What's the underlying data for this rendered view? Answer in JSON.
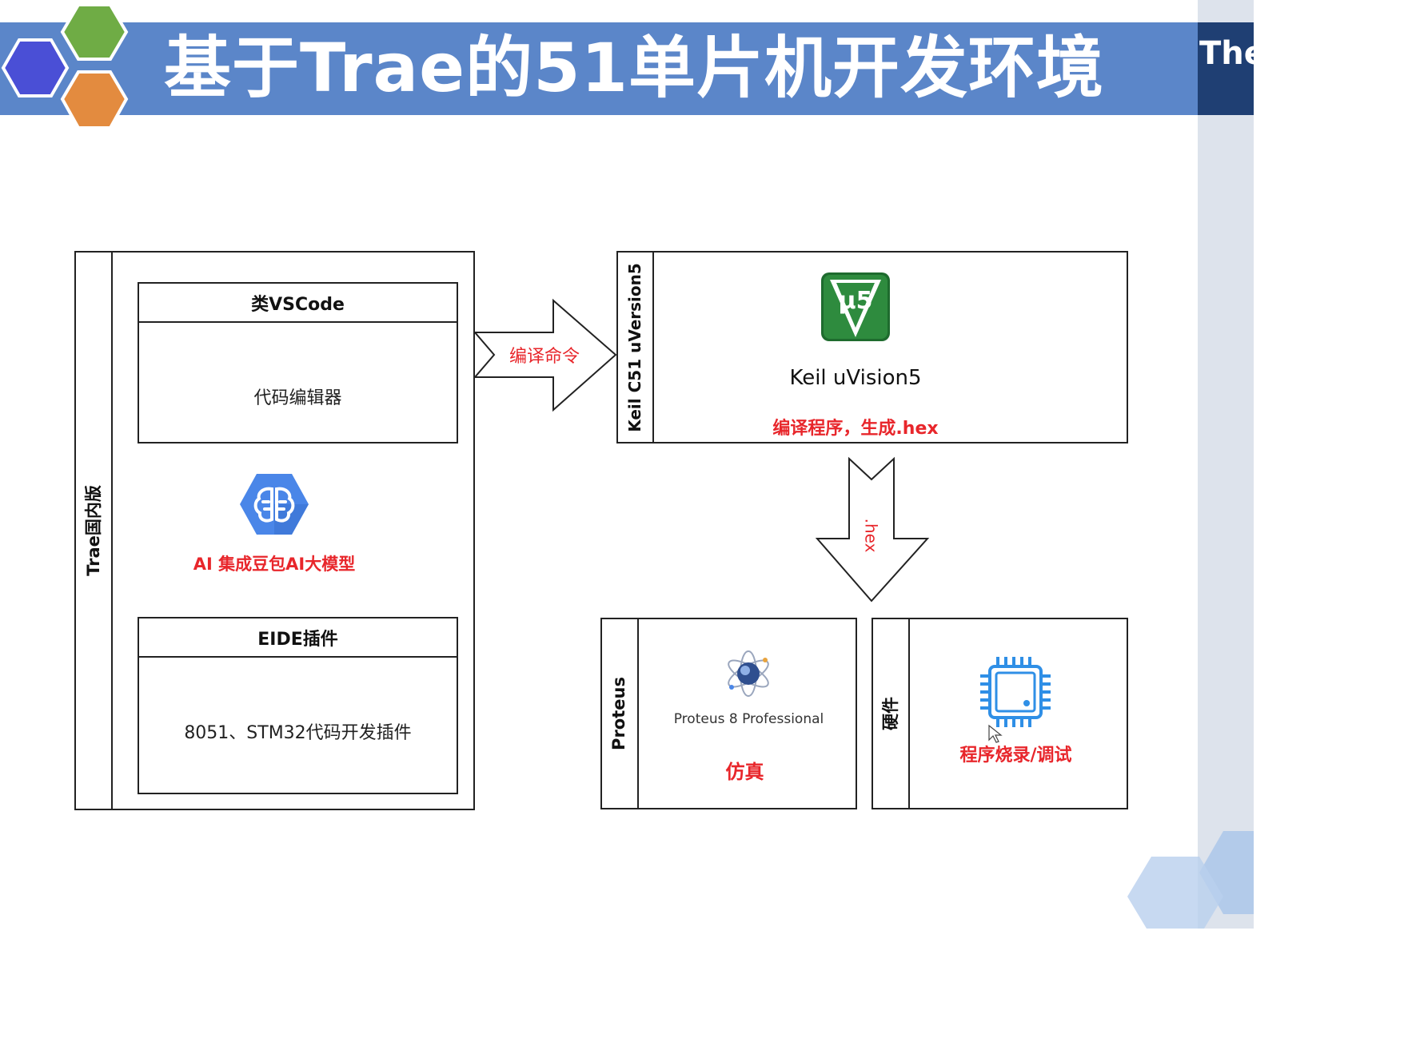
{
  "title": "基于Trae的51单片机开发环境",
  "corner_text": "The",
  "trae_panel": {
    "side_label": "Trae国内版",
    "vscode": {
      "header": "类VSCode",
      "body": "代码编辑器"
    },
    "ai": {
      "caption": "AI 集成豆包AI大模型",
      "icon": "brain-hexagon-icon"
    },
    "eide": {
      "header": "EIDE插件",
      "body": "8051、STM32代码开发插件"
    }
  },
  "arrow_compile": {
    "label": "编译命令"
  },
  "keil_panel": {
    "side_label": "Keil C51 uVersion5",
    "logo_text": "µ5",
    "app_name": "Keil uVision5",
    "caption": "编译程序，生成.hex"
  },
  "arrow_hex": {
    "label": ".hex"
  },
  "proteus_panel": {
    "side_label": "Proteus",
    "app_name": "Proteus 8 Professional",
    "caption": "仿真"
  },
  "hardware_panel": {
    "side_label": "硬件",
    "caption": "程序烧录/调试",
    "icon": "chip-icon"
  },
  "colors": {
    "title_band": "#5b86c9",
    "accent_red": "#e8262b",
    "hex_green": "#6aa84f",
    "hex_blue": "#4a4fd6",
    "hex_orange": "#e38b3f"
  }
}
